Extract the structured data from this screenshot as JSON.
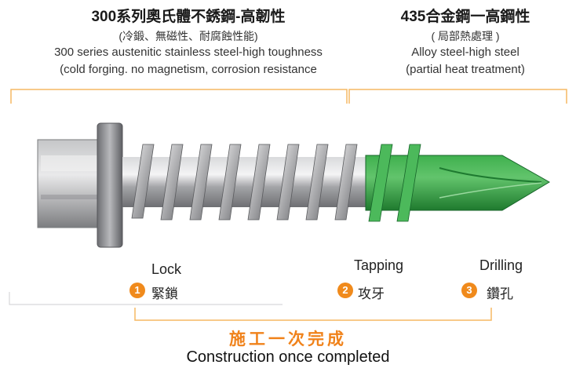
{
  "left": {
    "title": "300系列奧氏體不銹鋼-高韌性",
    "subtitle": "(冷鍛、無磁性、耐腐蝕性能)",
    "desc_line1": "300 series austenitic stainless steel-high toughness",
    "desc_line2": "(cold forging. no magnetism, corrosion resistance"
  },
  "right": {
    "title": "435合金鋼一高鋼性",
    "subtitle": "( 局部熱處理 )",
    "desc_line1": "Alloy steel-high steel",
    "desc_line2": "(partial heat treatment)"
  },
  "stages": [
    {
      "number": "1",
      "label_en": "Lock",
      "label_zh": "緊鎖"
    },
    {
      "number": "2",
      "label_en": "Tapping",
      "label_zh": "攻牙"
    },
    {
      "number": "3",
      "label_en": "Drilling",
      "label_zh": "鑽孔"
    }
  ],
  "completion": {
    "label_zh": "施工一次完成",
    "label_en": "Construction once completed"
  },
  "colors": {
    "bracket": "#f5b963",
    "badge": "#f08a1c",
    "completion_zh": "#f0821a",
    "alloy_tip": "#2f9a3f",
    "steel": "#a9aaad"
  }
}
